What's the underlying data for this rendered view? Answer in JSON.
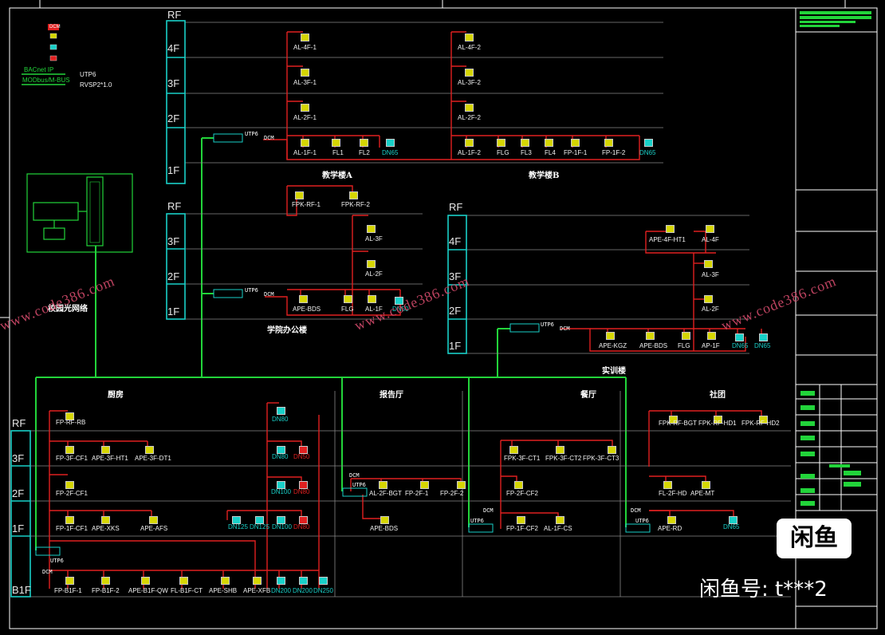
{
  "legend": {
    "dcm": "DCM",
    "bacnet": "BACnet IP",
    "modbus": "MODbus/M-BUS",
    "utp6": "UTP6",
    "rvsp": "RVSP2*1.0"
  },
  "buildings": {
    "teaching_a": "教学楼A",
    "teaching_b": "教学楼B",
    "office": "学院办公楼",
    "training": "实训楼",
    "campus_net": "校园光网络",
    "kitchen": "厨房",
    "lecture": "报告厅",
    "dining": "餐厅",
    "club": "社团"
  },
  "floors": {
    "rf": "RF",
    "f4": "4F",
    "f3": "3F",
    "f2": "2F",
    "f1": "1F",
    "b1": "B1F"
  },
  "net": {
    "utp6": "UTP6",
    "dcm": "DCM"
  },
  "labels": {
    "a_4f": "AL-4F-1",
    "a_3f": "AL-3F-1",
    "a_2f": "AL-2F-1",
    "a_1f_1": "AL-1F-1",
    "a_1f_2": "FL1",
    "a_1f_3": "FL2",
    "a_1f_4": "DN65",
    "b_4f": "AL-4F-2",
    "b_3f": "AL-3F-2",
    "b_2f": "AL-2F-2",
    "b_1f_1": "AL-1F-2",
    "b_1f_2": "FLG",
    "b_1f_3": "FL3",
    "b_1f_4": "FL4",
    "b_1f_5": "FP-1F-1",
    "b_1f_6": "FP-1F-2",
    "b_1f_7": "DN65",
    "o_rf_1": "FPK-RF-1",
    "o_rf_2": "FPK-RF-2",
    "o_3f": "AL-3F",
    "o_2f": "AL-2F",
    "o_1f_1": "APE-BDS",
    "o_1f_2": "FLG",
    "o_1f_3": "AL-1F",
    "o_1f_4": "DN50",
    "t_4f_1": "APE-4F-HT1",
    "t_4f_2": "AL-4F",
    "t_3f": "AL-3F",
    "t_2f": "AL-2F",
    "t_1f_1": "APE-KGZ",
    "t_1f_2": "APE-BDS",
    "t_1f_3": "FLG",
    "t_1f_4": "AP-1F",
    "t_1f_5": "DN65",
    "t_1f_6": "DN65",
    "k_rf": "FP-RF-RB",
    "k_dn80a": "DN80",
    "k_3f_1": "FP-3F-CF1",
    "k_3f_2": "APE-3F-HT1",
    "k_3f_3": "APE-3F-DT1",
    "k_3f_4": "DN80",
    "k_3f_5": "DN50",
    "k_2f_1": "FP-2F-CF1",
    "k_2f_2": "DN100",
    "k_2f_3": "DN80",
    "k_1f_1": "FP-1F-CF1",
    "k_1f_2": "APE-XKS",
    "k_1f_3": "APE-AFS",
    "k_1f_4": "DN125",
    "k_1f_5": "DN125",
    "k_1f_6": "DN100",
    "k_1f_7": "DN80",
    "k_b1_1": "FP-B1F-1",
    "k_b1_2": "FP-B1F-2",
    "k_b1_3": "APE-B1F-QW",
    "k_b1_4": "FL-B1F-CT",
    "k_b1_5": "APE-SHB",
    "k_b1_6": "APE-XFB",
    "k_b1_7": "DN200",
    "k_b1_8": "DN200",
    "k_b1_9": "DN250",
    "l_2f_1": "AL-2F-BGT",
    "l_2f_2": "FP-2F-1",
    "l_2f_3": "FP-2F-2",
    "l_1f": "APE-BDS",
    "d_3f_1": "FPK-3F-CT1",
    "d_3f_2": "FPK-3F-CT2",
    "d_3f_3": "FPK-3F-CT3",
    "d_2f": "FP-2F-CF2",
    "d_1f_1": "FP-1F-CF2",
    "d_1f_2": "AL-1F-CS",
    "c_rf_1": "FPK-RF-BGT",
    "c_rf_2": "FPK-RF-HD1",
    "c_rf_3": "FPK-RF-HD2",
    "c_2f_1": "FL-2F-HD",
    "c_2f_2": "APE-MT",
    "c_1f_1": "APE-RD",
    "c_1f_2": "DN65"
  },
  "watermark": "www.code386.com",
  "overlay": {
    "badge": "闲鱼",
    "xianyu_id": "闲鱼号: t***2"
  },
  "colors": {
    "network_green": "#22d43a",
    "bus_red": "#e02020",
    "frame_white": "#ffffff",
    "floor_cyan": "#19d0c8",
    "device_yellow": "#d6d600"
  }
}
